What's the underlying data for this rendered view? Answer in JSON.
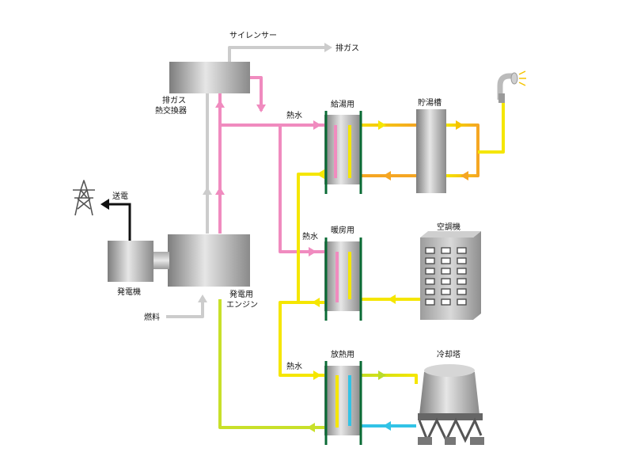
{
  "labels": {
    "silencer": "サイレンサー",
    "exhaust_gas": "排ガス",
    "exhaust_heat_exchanger_line1": "排ガス",
    "exhaust_heat_exchanger_line2": "熱交換器",
    "power_transmission": "送電",
    "generator": "発電機",
    "engine_line1": "発電用",
    "engine_line2": "エンジン",
    "fuel": "燃料",
    "hot_water_1": "熱水",
    "hot_water_2": "熱水",
    "hot_water_3": "熱水",
    "hot_water_supply_hx": "給湯用",
    "storage_tank": "貯湯槽",
    "heating_hx": "暖房用",
    "air_conditioner": "空調機",
    "heat_release_hx": "放熱用",
    "cooling_tower": "冷却塔"
  },
  "icons": [
    "pylon-icon",
    "shower-icon"
  ],
  "colors": {
    "pink_line": "#f08bbf",
    "gray_line": "#cccccc",
    "yellow_line": "#f5e600",
    "orange_line": "#f5a623",
    "green_line": "#b9dc2a",
    "cyan_line": "#32c3e6",
    "hx_plate": "#0a6b35"
  }
}
